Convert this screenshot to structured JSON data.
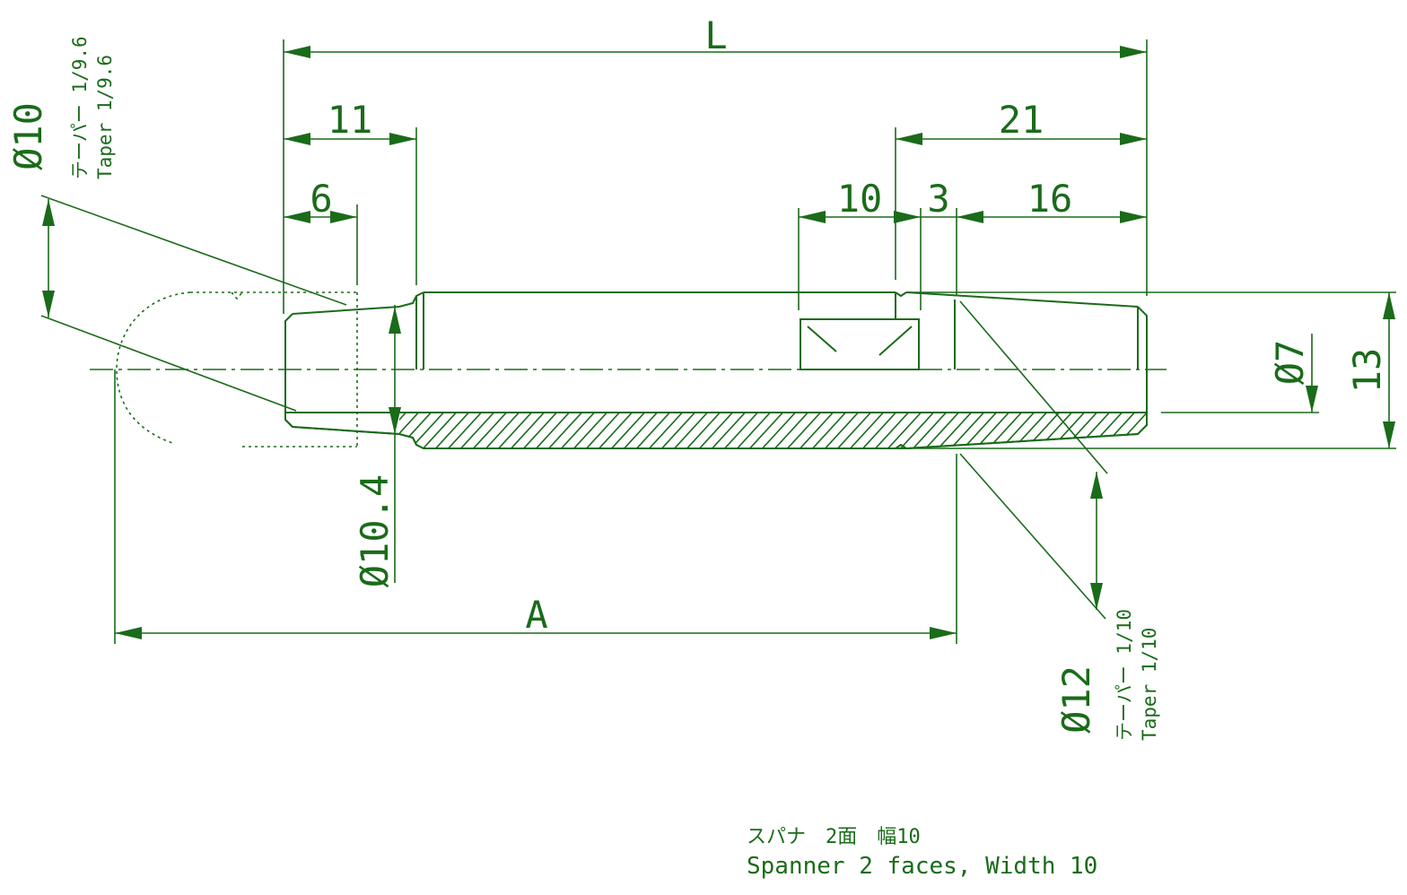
{
  "drawing": {
    "colors": {
      "line": "#1a6b1a",
      "background": "#ffffff"
    },
    "dimensions": {
      "L": "L",
      "d11": "11",
      "d6": "6",
      "d21": "21",
      "d10": "10",
      "d3": "3",
      "d16": "16",
      "d13": "13",
      "phi7": "Ø7",
      "phi10": "Ø10",
      "phi10_4": "Ø10.4",
      "phi12": "Ø12",
      "A": "A"
    },
    "tapers": {
      "left_jp": "テーパー 1/9.6",
      "left_en": "Taper 1/9.6",
      "right_jp": "テーパー 1/10",
      "right_en": "Taper 1/10"
    },
    "notes": {
      "spanner_jp": "スパナ　2面　幅10",
      "spanner_en": "Spanner 2 faces, Width 10"
    }
  }
}
